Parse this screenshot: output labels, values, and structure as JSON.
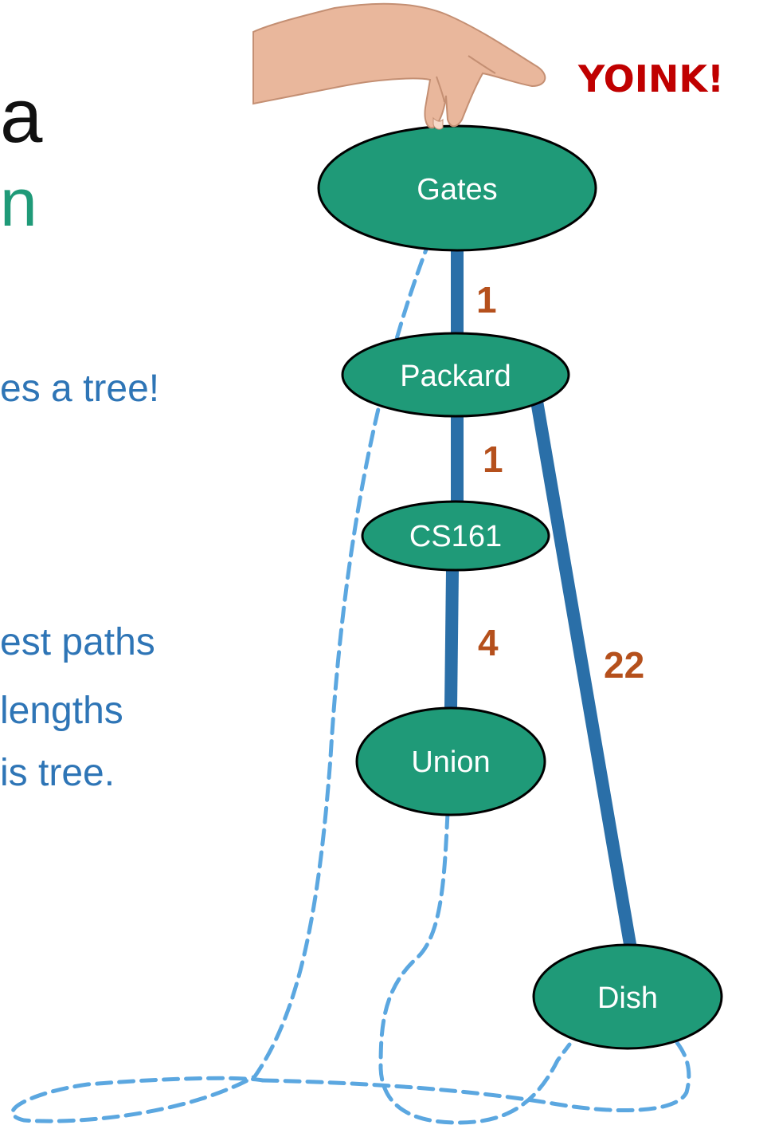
{
  "slide_text": {
    "line1": "a",
    "line2": "n",
    "line3": "es a tree!",
    "line4": "est paths",
    "line5": "lengths",
    "line6": "is tree."
  },
  "exclamation": "YOINK!",
  "nodes": [
    {
      "id": "gates",
      "label": "Gates"
    },
    {
      "id": "packard",
      "label": "Packard"
    },
    {
      "id": "cs161",
      "label": "CS161"
    },
    {
      "id": "union",
      "label": "Union"
    },
    {
      "id": "dish",
      "label": "Dish"
    }
  ],
  "edges": [
    {
      "from": "gates",
      "to": "packard",
      "weight": "1"
    },
    {
      "from": "packard",
      "to": "cs161",
      "weight": "1"
    },
    {
      "from": "cs161",
      "to": "union",
      "weight": "4"
    },
    {
      "from": "packard",
      "to": "dish",
      "weight": "22"
    }
  ],
  "colors": {
    "node_fill": "#1f9a78",
    "edge": "#2a6fa8",
    "weight": "#b5501c",
    "yoink": "#c00000",
    "dashed": "#5ba7e0",
    "body_text": "#2e75b6",
    "accent_text": "#1f9a78"
  },
  "icons": {
    "hand": "hand-pinching-icon"
  }
}
